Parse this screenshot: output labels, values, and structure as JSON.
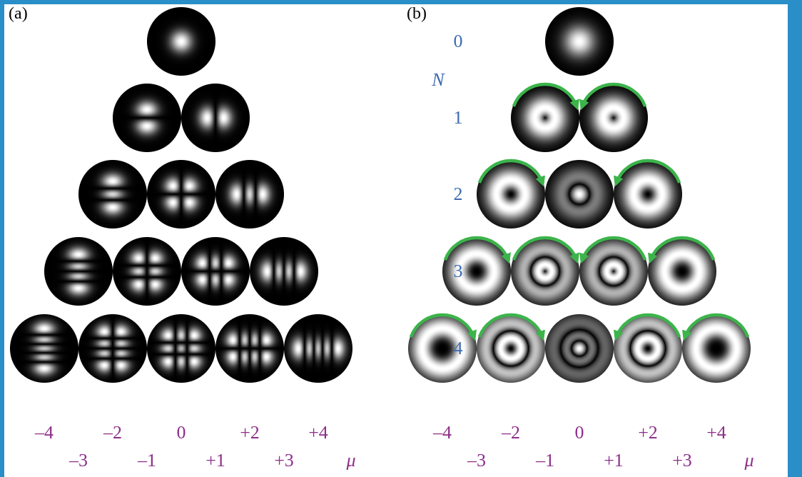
{
  "diagram": {
    "labels": [
      "(a)",
      "(b)",
      "0",
      "N",
      "1",
      "2",
      "3",
      "4",
      "–4",
      "–2",
      "0",
      "+2",
      "+4",
      "–3",
      "–1",
      "+1",
      "+3",
      "μ",
      "–4",
      "–2",
      "0",
      "+2",
      "+4",
      "–3",
      "–1",
      "+1",
      "+3",
      "μ"
    ]
  }
}
